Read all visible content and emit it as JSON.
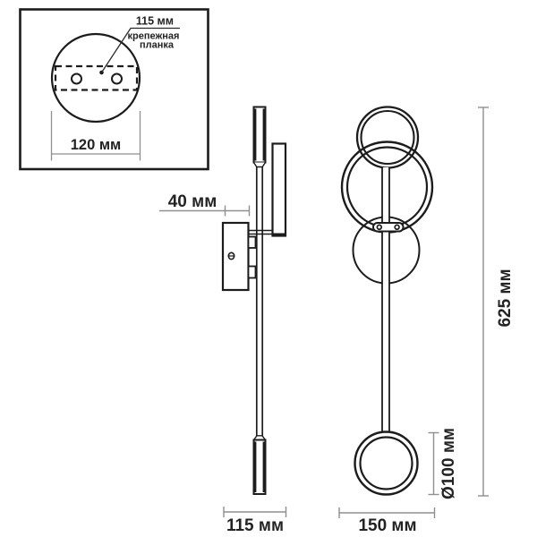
{
  "drawing": {
    "type": "wall-lamp technical dimension drawing",
    "colors": {
      "object_line": "#1c1c1c",
      "dimension_line": "#8f8f8f",
      "text": "#232323",
      "background": "#ffffff"
    },
    "detail_inset": {
      "bar_pitch_label": "115 мм",
      "callout_line1": "крепежная",
      "callout_line2": "планка",
      "plate_width_label": "120 мм"
    },
    "side_view": {
      "depth_label": "40 мм",
      "overall_depth_label": "115 мм"
    },
    "front_view": {
      "height_label": "625 мм",
      "ring_diameter_label": "Ø100 мм",
      "width_label": "150 мм"
    }
  }
}
